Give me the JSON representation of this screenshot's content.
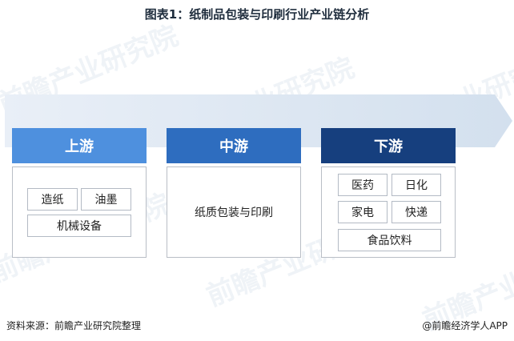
{
  "title": "图表1：纸制品包装与印刷行业产业链分析",
  "watermark": "前瞻产业研究院",
  "stages": {
    "upstream": {
      "label": "上游",
      "items": [
        "造纸",
        "油墨",
        "机械设备"
      ]
    },
    "midstream": {
      "label": "中游",
      "items": [
        "纸质包装与印刷"
      ]
    },
    "downstream": {
      "label": "下游",
      "items": [
        "医药",
        "日化",
        "家电",
        "快递",
        "食品饮料"
      ]
    }
  },
  "footer": {
    "source": "资料来源：前瞻产业研究院整理",
    "brand": "@前瞻经济学人APP"
  },
  "colors": {
    "upstream": "#4e90de",
    "midstream": "#2e6dbf",
    "downstream": "#163f7e",
    "band": "#dce6f1"
  }
}
